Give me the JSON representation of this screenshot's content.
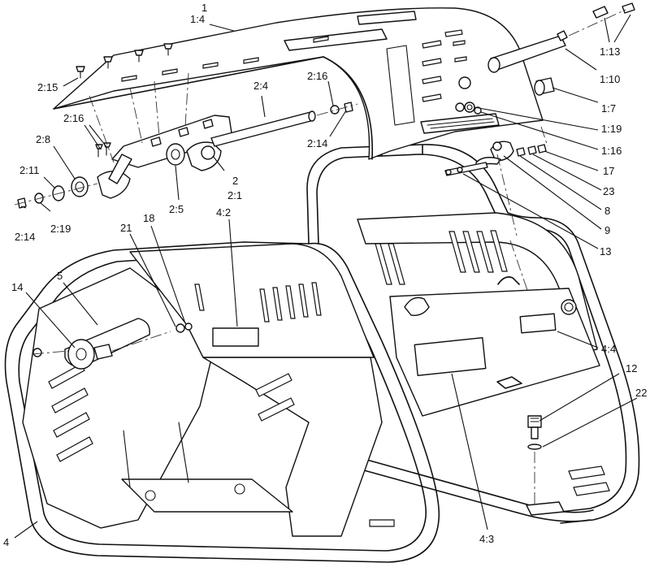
{
  "diagram": {
    "callouts": [
      {
        "id": "c1",
        "text": "1"
      },
      {
        "id": "c1_4",
        "text": "1:4"
      },
      {
        "id": "c1_13",
        "text": "1:13"
      },
      {
        "id": "c1_10",
        "text": "1:10"
      },
      {
        "id": "c1_7",
        "text": "1:7"
      },
      {
        "id": "c1_19",
        "text": "1:19"
      },
      {
        "id": "c1_16",
        "text": "1:16"
      },
      {
        "id": "c17",
        "text": "17"
      },
      {
        "id": "c23",
        "text": "23"
      },
      {
        "id": "c8",
        "text": "8"
      },
      {
        "id": "c9",
        "text": "9"
      },
      {
        "id": "c13",
        "text": "13"
      },
      {
        "id": "c2_15",
        "text": "2:15"
      },
      {
        "id": "c2_16a",
        "text": "2:16"
      },
      {
        "id": "c2_4",
        "text": "2:4"
      },
      {
        "id": "c2_16b",
        "text": "2:16"
      },
      {
        "id": "c2_14a",
        "text": "2:14"
      },
      {
        "id": "c2_8",
        "text": "2:8"
      },
      {
        "id": "c2_11",
        "text": "2:11"
      },
      {
        "id": "c2_14b",
        "text": "2:14"
      },
      {
        "id": "c2_19",
        "text": "2:19"
      },
      {
        "id": "c2_5",
        "text": "2:5"
      },
      {
        "id": "c2",
        "text": "2"
      },
      {
        "id": "c2_1",
        "text": "2:1"
      },
      {
        "id": "c4_2",
        "text": "4:2"
      },
      {
        "id": "c21",
        "text": "21"
      },
      {
        "id": "c18",
        "text": "18"
      },
      {
        "id": "c5",
        "text": "5"
      },
      {
        "id": "c14",
        "text": "14"
      },
      {
        "id": "c4_4",
        "text": "4:4"
      },
      {
        "id": "c12",
        "text": "12"
      },
      {
        "id": "c22",
        "text": "22"
      },
      {
        "id": "c4",
        "text": "4"
      },
      {
        "id": "c4_3",
        "text": "4:3"
      }
    ]
  }
}
